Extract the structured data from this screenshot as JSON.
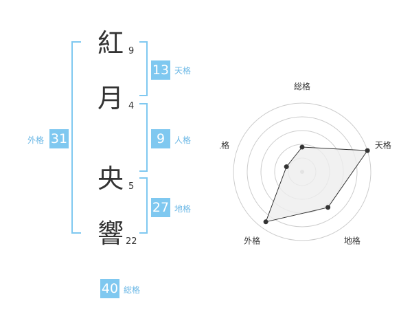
{
  "name": {
    "characters": [
      {
        "char": "紅",
        "strokes": "9"
      },
      {
        "char": "月",
        "strokes": "4"
      },
      {
        "char": "央",
        "strokes": "5"
      },
      {
        "char": "響",
        "strokes": "22"
      }
    ]
  },
  "fortunes": {
    "tenkaku": {
      "value": "13",
      "label": "天格"
    },
    "jinkaku": {
      "value": "9",
      "label": "人格"
    },
    "chikaku": {
      "value": "27",
      "label": "地格"
    },
    "gaikaku": {
      "value": "31",
      "label": "外格"
    },
    "soukaku": {
      "value": "40",
      "label": "総格"
    }
  },
  "radar": {
    "axes": [
      {
        "label": "総格",
        "score": 1.8
      },
      {
        "label": "天格",
        "score": 5
      },
      {
        "label": "地格",
        "score": 3.2
      },
      {
        "label": "外格",
        "score": 4.5
      },
      {
        "label": "人格",
        "score": 1.2
      }
    ],
    "max": 5,
    "colors": {
      "fill": "#eeeeee",
      "line": "#333333",
      "grid": "#cccccc",
      "center": "#bbbbbb"
    }
  }
}
